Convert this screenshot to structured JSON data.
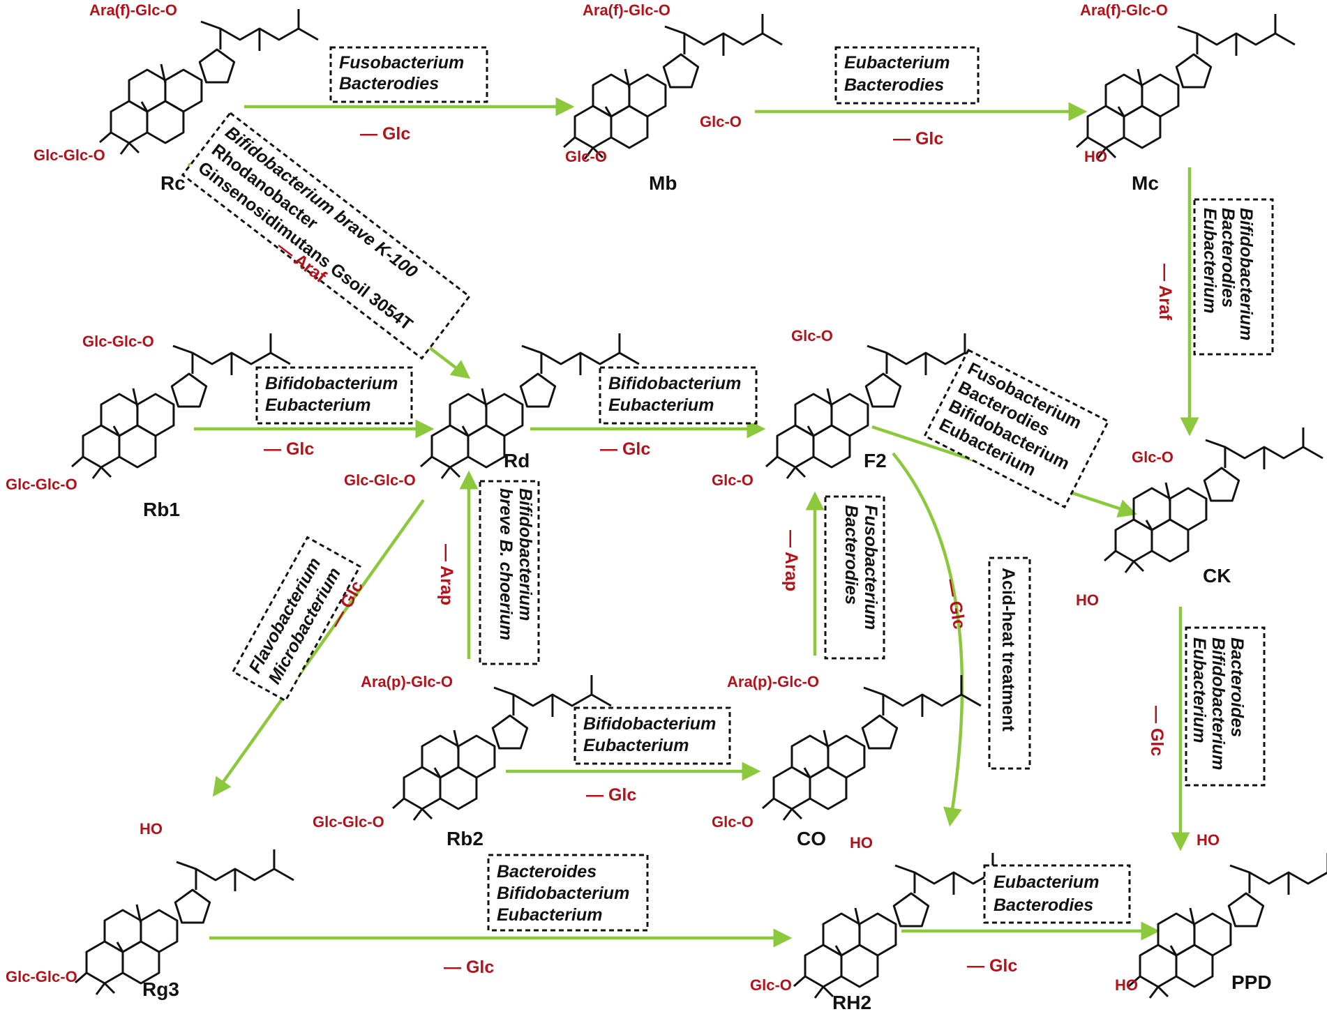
{
  "compounds": {
    "rc": {
      "name": "Rc",
      "top_substituent": "Ara(f)-Glc-O",
      "bottom_substituent": "Glc-Glc-O"
    },
    "mb": {
      "name": "Mb",
      "top_substituent": "Ara(f)-Glc-O",
      "bottom_substituent": "Glc-O",
      "mid_substituent": "Glc-O"
    },
    "mc": {
      "name": "Mc",
      "top_substituent": "Ara(f)-Glc-O",
      "bottom_substituent": "HO"
    },
    "rb1": {
      "name": "Rb1",
      "top_substituent": "Glc-Glc-O",
      "bottom_substituent": "Glc-Glc-O"
    },
    "rd": {
      "name": "Rd",
      "bottom_substituent": "Glc-Glc-O"
    },
    "f2": {
      "name": "F2",
      "top_substituent": "Glc-O",
      "bottom_substituent": "Glc-O"
    },
    "ck": {
      "name": "CK",
      "top_substituent": "Glc-O",
      "bottom_substituent": "HO"
    },
    "rb2": {
      "name": "Rb2",
      "top_substituent": "Ara(p)-Glc-O",
      "bottom_substituent": "Glc-Glc-O"
    },
    "co": {
      "name": "CO",
      "top_substituent": "Ara(p)-Glc-O",
      "bottom_substituent": "Glc-O"
    },
    "rg3": {
      "name": "Rg3",
      "top_substituent": "HO",
      "bottom_substituent": "Glc-Glc-O"
    },
    "rh2": {
      "name": "RH2",
      "top_substituent": "HO",
      "bottom_substituent": "Glc-O"
    },
    "ppd": {
      "name": "PPD",
      "top_substituent": "HO",
      "bottom_substituent": "HO"
    }
  },
  "steps": {
    "rc_mb": {
      "removed": "— Glc",
      "organisms": [
        "Fusobacterium",
        "Bacterodies"
      ]
    },
    "mb_mc": {
      "removed": "— Glc",
      "organisms": [
        "Eubacterium",
        "Bacterodies"
      ]
    },
    "mc_ck": {
      "removed": "— Araf",
      "organisms": [
        "Bifidobacterium",
        "Bacterodies",
        "Eubacterium"
      ]
    },
    "rc_rd": {
      "removed": "— Araf",
      "organisms": [
        "Bifidobacterium brave  K-100",
        "Rhodanobacter",
        "Ginsenosidimutans Gsoil 3054T"
      ]
    },
    "rb1_rd": {
      "removed": "— Glc",
      "organisms": [
        "Bifidobacterium",
        "Eubacterium"
      ]
    },
    "rd_f2": {
      "removed": "— Glc",
      "organisms": [
        "Bifidobacterium",
        "Eubacterium"
      ]
    },
    "f2_ck": {
      "removed": "",
      "organisms": [
        "Fusobacterium",
        "Bacterodies",
        "Bifidobacterium",
        "Eubacterium"
      ]
    },
    "rb2_rd": {
      "removed": "— Arap",
      "organisms": [
        "Bifidobacterium",
        "breve B. choerium"
      ]
    },
    "co_f2": {
      "removed": "— Arap",
      "organisms": [
        "Fusobacterium",
        "Bacterodies"
      ]
    },
    "rd_rg3": {
      "removed": "— Glc",
      "organisms": [
        "Flavobacterium",
        "Microbacterium"
      ]
    },
    "f2_rh2": {
      "removed": "— Glc",
      "organisms": [
        "Acid-heat treatment"
      ]
    },
    "ck_ppd": {
      "removed": "— Glc",
      "organisms": [
        "Bacteroides",
        "Bifidobacterium",
        "Eubacterium"
      ]
    },
    "rb2_co": {
      "removed": "— Glc",
      "organisms": [
        "Bifidobacterium",
        "Eubacterium"
      ]
    },
    "rg3_rh2": {
      "removed": "— Glc",
      "organisms": [
        "Bacteroides",
        "Bifidobacterium",
        "Eubacterium"
      ]
    },
    "rh2_ppd": {
      "removed": "— Glc",
      "organisms": [
        "Eubacterium",
        "Bacterodies"
      ]
    }
  },
  "colors": {
    "arrow": "#8cc83c",
    "substituent": "#b3121a",
    "ring_dark": "#7a2a1a",
    "ring_light": "#f4b896",
    "ring_five": "#f2c24a"
  }
}
